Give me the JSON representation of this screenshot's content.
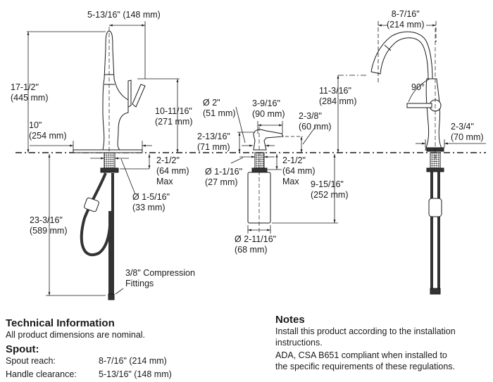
{
  "dimensions": {
    "faucet_side": {
      "handle_clearance": {
        "in": "5-13/16\"",
        "mm": "(148 mm)"
      },
      "overall_height": {
        "in": "17-1/2\"",
        "mm": "(445 mm)"
      },
      "escutcheon_width": {
        "in": "10\"",
        "mm": "(254 mm)"
      },
      "handle_height": {
        "in": "10-11/16\"",
        "mm": "(271 mm)"
      },
      "deck_thickness": {
        "in": "2-1/2\"",
        "mm": "(64 mm)",
        "note": "Max"
      },
      "shank_diameter": {
        "in": "Ø 1-5/16\"",
        "mm": "(33 mm)"
      },
      "below_deck_length": {
        "in": "23-3/16\"",
        "mm": "(589 mm)"
      },
      "fittings": {
        "line1": "3/8\" Compression",
        "line2": "Fittings"
      }
    },
    "soap_dispenser": {
      "pump_diameter": {
        "in": "Ø 2\"",
        "mm": "(51 mm)"
      },
      "pump_reach": {
        "in": "3-9/16\"",
        "mm": "(90 mm)"
      },
      "pump_height": {
        "in": "2-13/16\"",
        "mm": "(71 mm)"
      },
      "nozzle_height": {
        "in": "2-3/8\"",
        "mm": "(60 mm)"
      },
      "shank_diameter": {
        "in": "Ø 1-1/16\"",
        "mm": "(27 mm)"
      },
      "deck_thickness": {
        "in": "2-1/2\"",
        "mm": "(64 mm)",
        "note": "Max"
      },
      "bottle_length": {
        "in": "9-15/16\"",
        "mm": "(252 mm)"
      },
      "bottle_diameter": {
        "in": "Ø 2-11/16\"",
        "mm": "(68 mm)"
      }
    },
    "faucet_front": {
      "spout_reach": {
        "in": "8-7/16\"",
        "mm": "(214 mm)"
      },
      "spout_height": {
        "in": "11-3/16\"",
        "mm": "(284 mm)"
      },
      "handle_angle": "90°",
      "base_diameter": {
        "in": "2-3/4\"",
        "mm": "(70 mm)"
      }
    }
  },
  "technical_info": {
    "title": "Technical Information",
    "subtitle": "All product dimensions are nominal.",
    "section": "Spout:",
    "rows": [
      {
        "label": "Spout reach:",
        "value": "8-7/16\" (214 mm)"
      },
      {
        "label": "Handle clearance:",
        "value": "5-13/16\" (148 mm)"
      }
    ]
  },
  "notes": {
    "title": "Notes",
    "lines": [
      "Install this product according to the installation",
      "instructions.",
      "ADA, CSA B651 compliant when installed to",
      "the specific requirements of these regulations."
    ]
  }
}
